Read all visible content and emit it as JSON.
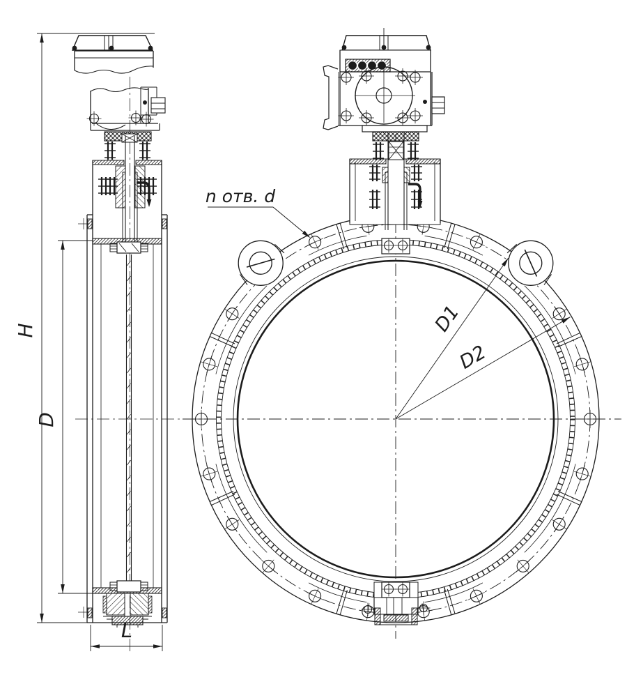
{
  "labels": {
    "H": "H",
    "D": "D",
    "L": "L",
    "D1": "D1",
    "D2": "D2",
    "holes_note": "n отв. d"
  },
  "flange": {
    "hole_count": 20,
    "lug_count": 2,
    "hole_positions": 22
  },
  "colors": {
    "ink": "#1c1c1c",
    "bg": "#ffffff"
  }
}
